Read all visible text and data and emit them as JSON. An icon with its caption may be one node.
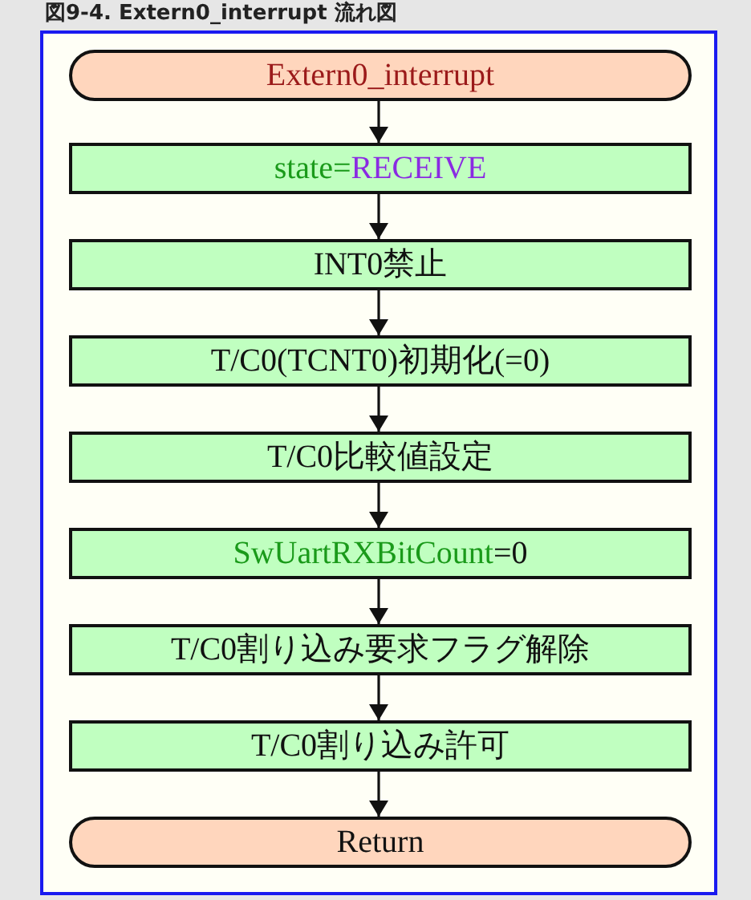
{
  "diagram": {
    "title": "図9-4. Extern0_interrupt 流れ図",
    "nodes": [
      {
        "text": [
          "Extern0_interrupt"
        ]
      },
      {
        "text": [
          "state=RECEIVE"
        ]
      },
      {
        "text": [
          "INT0禁止"
        ]
      },
      {
        "text": [
          "T/C0(TCNT0)初期化(=0)"
        ]
      },
      {
        "text": [
          "T/C0比較値設定"
        ]
      },
      {
        "text": [
          "SwUartRXBitCount=0"
        ]
      },
      {
        "text": [
          "T/C0割り込み要求フラグ解除"
        ]
      },
      {
        "text": [
          "T/C0割り込み許可"
        ]
      },
      {
        "text": [
          "Return"
        ]
      }
    ],
    "edges": [
      {
        "from": 0,
        "to": 1,
        "arrow": "to"
      },
      {
        "from": 1,
        "to": 2,
        "arrow": "to"
      },
      {
        "from": 2,
        "to": 3,
        "arrow": "to"
      },
      {
        "from": 3,
        "to": 4,
        "arrow": "to"
      },
      {
        "from": 4,
        "to": 5,
        "arrow": "to"
      },
      {
        "from": 5,
        "to": 6,
        "arrow": "to"
      },
      {
        "from": 6,
        "to": 7,
        "arrow": "to"
      },
      {
        "from": 7,
        "to": 8,
        "arrow": "to"
      }
    ]
  }
}
